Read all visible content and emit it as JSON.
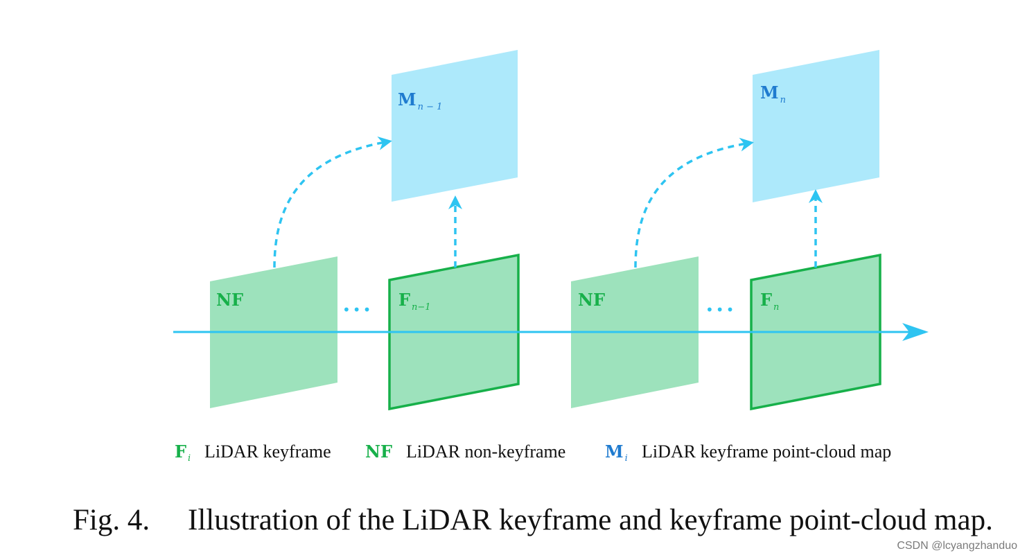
{
  "colors": {
    "map_fill": "#ade9fb",
    "map_label": "#1f7bcf",
    "frame_fill": "#9de2bc",
    "frame_stroke": "#17b04a",
    "frame_label": "#17b04a",
    "arrow": "#2ec4f1",
    "text": "#111111"
  },
  "diagram": {
    "maps": [
      {
        "symbol": "M",
        "subscript": "n − 1"
      },
      {
        "symbol": "M",
        "subscript": "n"
      }
    ],
    "frames": [
      {
        "label": "NF",
        "subscript": "",
        "keyframe": false
      },
      {
        "label": "F",
        "subscript": "n−1",
        "keyframe": true
      },
      {
        "label": "NF",
        "subscript": "",
        "keyframe": false
      },
      {
        "label": "F",
        "subscript": "n",
        "keyframe": true
      }
    ],
    "ellipsis": [
      "•••",
      "•••"
    ]
  },
  "legend": [
    {
      "symbol": "F",
      "subscript": "i",
      "text": "LiDAR keyframe"
    },
    {
      "symbol": "NF",
      "subscript": "",
      "text": "LiDAR non-keyframe"
    },
    {
      "symbol": "M",
      "subscript": "i",
      "text": "LiDAR keyframe point-cloud map"
    }
  ],
  "caption": {
    "figure": "Fig. 4.",
    "text": "Illustration of the LiDAR keyframe and keyframe point-cloud map."
  },
  "watermark": "CSDN @lcyangzhanduo"
}
